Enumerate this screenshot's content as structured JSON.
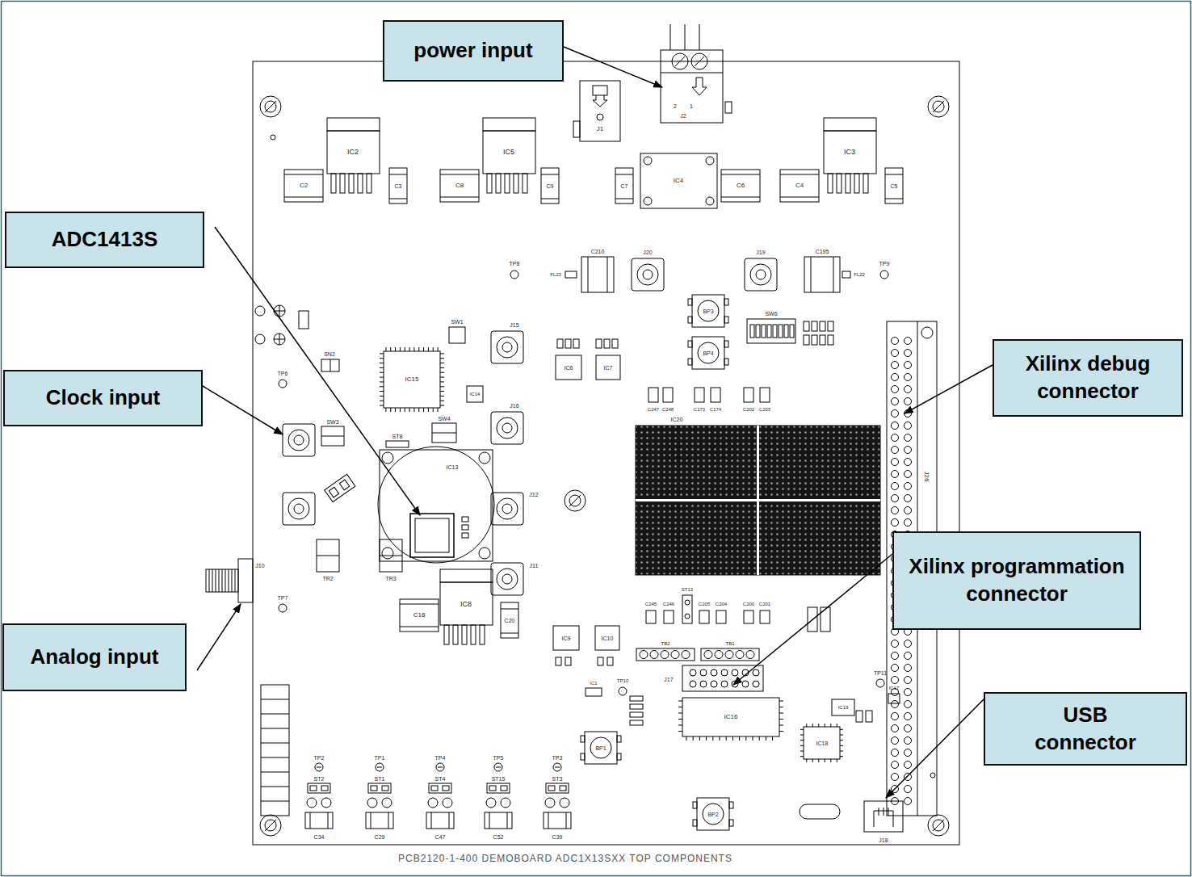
{
  "diagram": {
    "caption": "PCB2120-1-400 DEMOBOARD ADC1X13SXX TOP COMPONENTS",
    "nodes": [
      {
        "text": [
          "power input"
        ]
      },
      {
        "text": [
          "ADC1413S"
        ]
      },
      {
        "text": [
          "Xilinx debug connector"
        ]
      },
      {
        "text": [
          "Clock input"
        ]
      },
      {
        "text": [
          "Xilinx programmation connector"
        ]
      },
      {
        "text": [
          "Analog input"
        ]
      },
      {
        "text": [
          "USB connector"
        ]
      }
    ],
    "labels": [
      "IC2",
      "C2",
      "C3",
      "IC5",
      "C8",
      "C9",
      "J1",
      "2",
      "1",
      "J2",
      "IC4",
      "C7",
      "C6",
      "C4",
      "IC3",
      "C5",
      "TP8",
      "FL23",
      "C210",
      "J20",
      "J19",
      "C195",
      "FL22",
      "TP9",
      "BP3",
      "BP4",
      "SW6",
      "SW1",
      "J15",
      "SN2",
      "IC15",
      "IC14",
      "IC6",
      "IC7",
      "TP6",
      "J16",
      "C247",
      "C248",
      "C173",
      "C174",
      "C202",
      "C203",
      "IC20",
      "SW3",
      "SW4",
      "ST8",
      "IC13",
      "J12",
      "TR2",
      "TR3",
      "J10",
      "J11",
      "IC8",
      "C18",
      "C20",
      "TP7",
      "J26",
      "C245",
      "C246",
      "ST13",
      "C205",
      "C204",
      "C200",
      "C201",
      "IC9",
      "IC10",
      "TB2",
      "TB1",
      "TP10",
      "IC1",
      "J17",
      "TP11",
      "IC17",
      "IC19",
      "IC16",
      "IC18",
      "BP1",
      "TP2",
      "TP1",
      "TP4",
      "TP5",
      "TP3",
      "ST2",
      "ST1",
      "ST4",
      "ST15",
      "ST3",
      "BP2",
      "C34",
      "C29",
      "C47",
      "C52",
      "C39",
      "J18"
    ]
  }
}
